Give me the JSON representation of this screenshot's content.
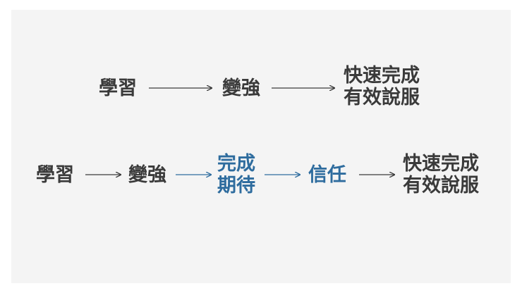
{
  "colors": {
    "background": "#f4f4f4",
    "text": "#3a3a3a",
    "highlight": "#2e6c9e",
    "arrow_default": "#3a3a3a",
    "arrow_highlight": "#2e6c9e"
  },
  "row1": {
    "nodes": [
      {
        "lines": [
          "學習"
        ]
      },
      {
        "lines": [
          "變強"
        ]
      },
      {
        "lines": [
          "快速完成",
          "有效說服"
        ]
      }
    ]
  },
  "row2": {
    "nodes": [
      {
        "lines": [
          "學習"
        ]
      },
      {
        "lines": [
          "變強"
        ]
      },
      {
        "lines": [
          "完成",
          "期待"
        ],
        "highlight": true
      },
      {
        "lines": [
          "信任"
        ],
        "highlight": true
      },
      {
        "lines": [
          "快速完成",
          "有效說服"
        ]
      }
    ]
  }
}
